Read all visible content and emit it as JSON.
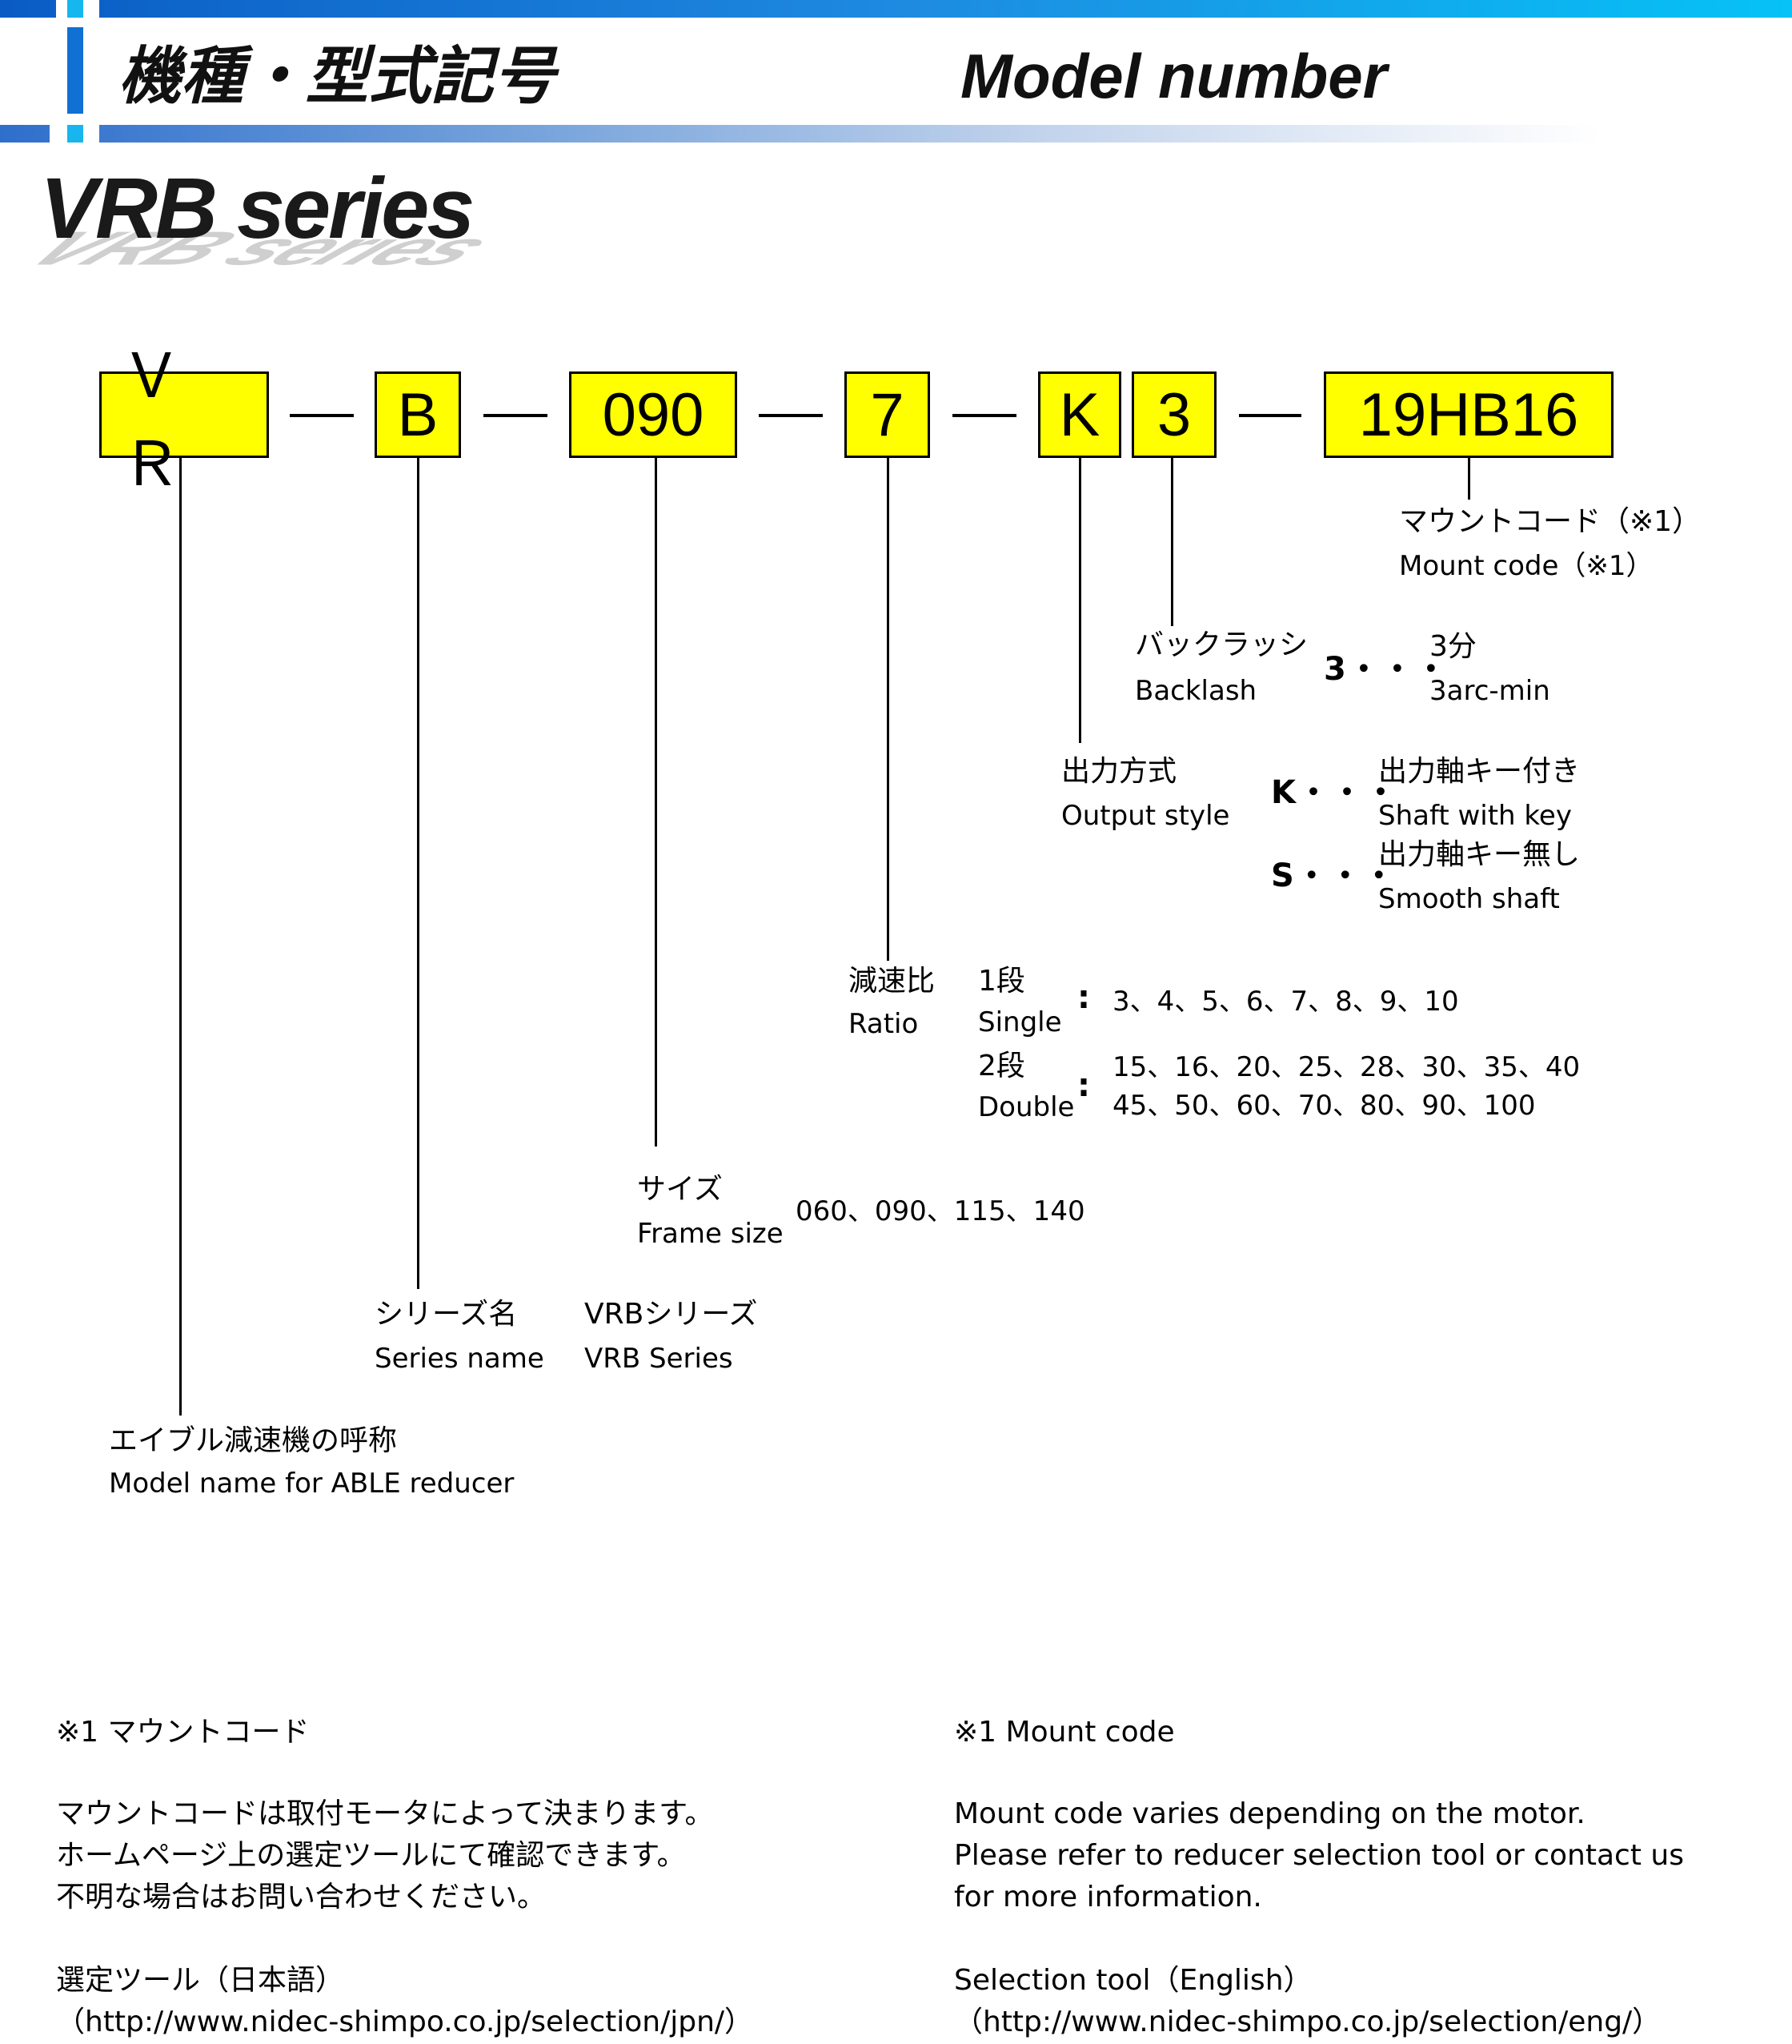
{
  "header": {
    "title_jp": "機種・型式記号",
    "title_en": "Model number",
    "series_title": "VRB series"
  },
  "code": {
    "vr": "ＶＲ",
    "b": "B",
    "size": "090",
    "ratio": "7",
    "output": "K",
    "backlash": "3",
    "mount": "19HB16"
  },
  "mount_code": {
    "label_jp": "マウントコード（※1）",
    "label_en": "Mount code（※1）"
  },
  "backlash": {
    "label_jp": "バックラッシ",
    "label_en": "Backlash",
    "option_key": "3・・・",
    "option_jp": "3分",
    "option_en": "3arc-min"
  },
  "output_style": {
    "label_jp": "出力方式",
    "label_en": "Output style",
    "options": [
      {
        "key": "K・・・",
        "jp": "出力軸キー付き",
        "en": "Shaft with key"
      },
      {
        "key": "S・・・",
        "jp": "出力軸キー無し",
        "en": "Smooth shaft"
      }
    ]
  },
  "ratio": {
    "label_jp": "減速比",
    "label_en": "Ratio",
    "single_jp": "1段",
    "single_en": "Single",
    "single_values": "3、4、5、6、7、8、9、10",
    "double_jp": "2段",
    "double_en": "Double",
    "double_values_1": "15、16、20、25、28、30、35、40",
    "double_values_2": "45、50、60、70、80、90、100",
    "colon": ":"
  },
  "frame_size": {
    "label_jp": "サイズ",
    "label_en": "Frame size",
    "values": "060、090、115、140"
  },
  "series_name": {
    "label_jp": "シリーズ名",
    "label_en": "Series name",
    "value_jp": "VRBシリーズ",
    "value_en": "VRB Series"
  },
  "model_name": {
    "label_jp": "エイブル減速機の呼称",
    "label_en": "Model name for ABLE reducer"
  },
  "footnote_jp": {
    "heading": "※1  マウントコード",
    "line1": "マウントコードは取付モータによって決まります。",
    "line2": "ホームページ上の選定ツールにて確認できます。",
    "line3": "不明な場合はお問い合わせください。",
    "tool_label": "選定ツール（日本語）",
    "tool_url": "（http://www.nidec-shimpo.co.jp/selection/jpn/）"
  },
  "footnote_en": {
    "heading": "※1  Mount code",
    "line1": "Mount code varies depending on the motor.",
    "line2": "Please refer to reducer selection tool or contact us",
    "line3": "for more information.",
    "tool_label": "Selection tool（English）",
    "tool_url": "（http://www.nidec-shimpo.co.jp/selection/eng/）"
  }
}
